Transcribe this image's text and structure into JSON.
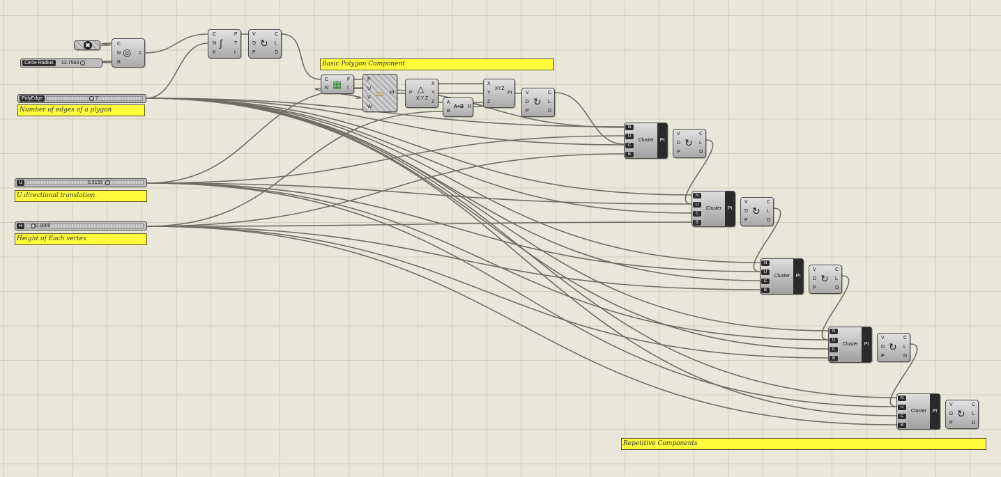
{
  "panels": {
    "edges_label": "Number of edges of a plygon",
    "u_label": "U directional translation.",
    "height_label": "Height of Each vertex",
    "basic_polygon": "Basic Polygon Component",
    "repetitive": "Repetitive Components"
  },
  "sliders": {
    "radius": {
      "name": "Circle Radius",
      "value": "12.7563"
    },
    "edges": {
      "name": "PolyEdge",
      "value": "7"
    },
    "u": {
      "name": "U",
      "value": "5.5155"
    },
    "height": {
      "name": "H",
      "value": "0.0000"
    }
  },
  "components": {
    "circle_ports_in": [
      "C",
      "N",
      "R"
    ],
    "circle_ports_out": [
      "C"
    ],
    "divide_ports_in": [
      "C",
      "N",
      "K"
    ],
    "divide_ports_out": [
      "P",
      "T",
      "t"
    ],
    "poly_ports_in": [
      "V",
      "D",
      "P"
    ],
    "poly_ports_out": [
      "C",
      "L",
      "D"
    ],
    "plane_ports_in": [
      "C",
      "N"
    ],
    "plane_ports_out": [
      "F",
      "I"
    ],
    "eval_ports_in": [
      "P",
      "U",
      "V",
      "W"
    ],
    "eval_ports_out": [
      "Pt"
    ],
    "decon_ports_in": [
      "P"
    ],
    "decon_ports_out": [
      "X",
      "Y",
      "Z"
    ],
    "decon_label": "X Y Z",
    "add_ports_in": [
      "A",
      "B"
    ],
    "add_ports_out": [
      "R"
    ],
    "add_label": "A+B",
    "xyz_ports_in": [
      "X",
      "Y",
      "Z"
    ],
    "xyz_ports_out": [
      "Pt"
    ],
    "xyz_label": "XYZ"
  },
  "cluster": {
    "label": "Cluster",
    "output": "Pt",
    "inputs": [
      "N",
      "U",
      "C",
      "B"
    ]
  },
  "colors": {
    "canvas": "#e9e7da",
    "grid": "#d2cfbd",
    "panel": "#fffa3a",
    "wire": "#6f6d62"
  }
}
